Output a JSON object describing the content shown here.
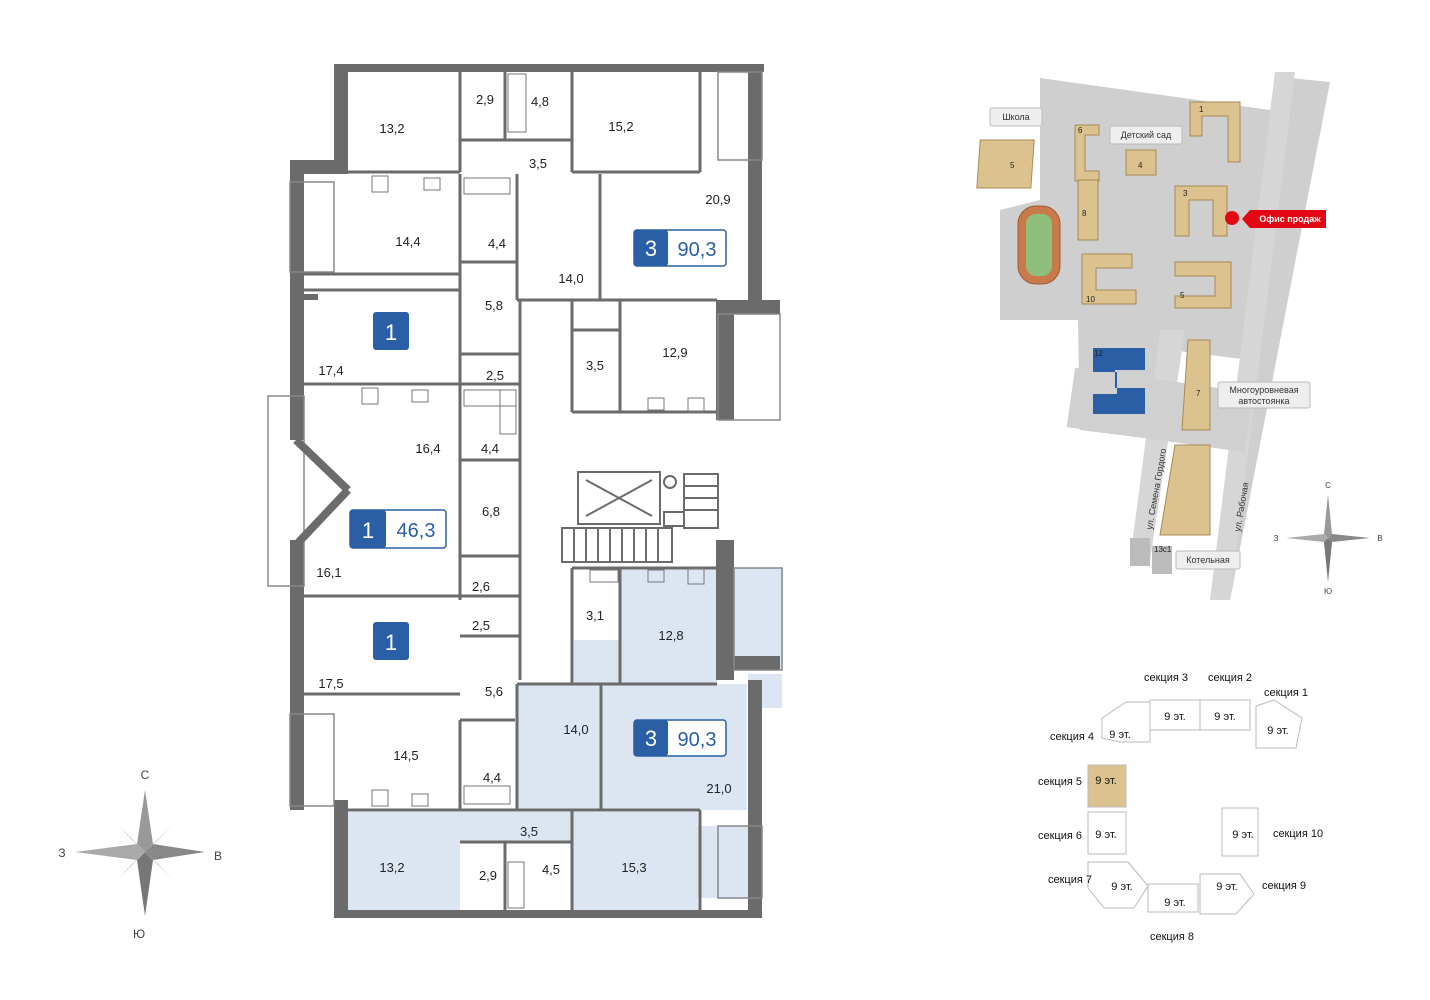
{
  "colors": {
    "wall": "#6b6b6b",
    "highlight": "#dce6f3",
    "badge_blue": "#2a5fa6",
    "building_tan": "#dcc28e",
    "building_selected": "#2a5fa6",
    "road_gray": "#c8c8c8",
    "office_red": "#e30613",
    "section_active": "#dcc28e"
  },
  "icons": [
    "compass-rose-icon",
    "sales-office-pin-icon",
    "stair-arrow-icon"
  ],
  "floorplan": {
    "rooms": {
      "r1": "13,2",
      "r2": "2,9",
      "r3": "4,8",
      "r4": "15,2",
      "r5": "3,5",
      "r6": "20,9",
      "r7": "14,4",
      "r8": "4,4",
      "r9": "14,0",
      "r10": "5,8",
      "r11": "17,4",
      "r12": "2,5",
      "r13": "3,5",
      "r14": "12,9",
      "r15": "16,4",
      "r16": "4,4",
      "r17": "6,8",
      "r18": "16,1",
      "r19": "2,6",
      "r20": "3,1",
      "r21": "12,8",
      "r22": "2,5",
      "r23": "17,5",
      "r24": "5,6",
      "r25": "14,0",
      "r26": "14,5",
      "r27": "4,4",
      "r28": "21,0",
      "r29": "3,5",
      "r30": "13,2",
      "r31": "2,9",
      "r32": "4,5",
      "r33": "15,3"
    },
    "badges": {
      "b1": {
        "rooms": "3",
        "area": "90,3"
      },
      "b2": {
        "rooms": "1",
        "area": ""
      },
      "b3": {
        "rooms": "1",
        "area": "46,3"
      },
      "b4": {
        "rooms": "1",
        "area": ""
      },
      "b5": {
        "rooms": "3",
        "area": "90,3"
      }
    },
    "compass": {
      "n": "С",
      "s": "Ю",
      "w": "З",
      "e": "В"
    }
  },
  "sitemap": {
    "school": "Школа",
    "kindergarten": "Детский сад",
    "sales_office": "Офис продаж",
    "parking_line1": "Многоуровневая",
    "parking_line2": "автостоянка",
    "boiler": "Котельная",
    "street1": "ул. Семена Гордого",
    "street2": "ул. Рабочая",
    "numbers": {
      "n1": "1",
      "n3": "3",
      "n4": "4",
      "n5a": "5",
      "n5b": "5",
      "n6": "6",
      "n7": "7",
      "n8": "8",
      "n10": "10",
      "n12": "12",
      "n13": "13с1"
    },
    "compass": {
      "n": "С",
      "s": "Ю",
      "w": "З",
      "e": "В"
    }
  },
  "sections": {
    "s1": {
      "label": "секция 1",
      "floors": "9 эт."
    },
    "s2": {
      "label": "секция 2",
      "floors": "9 эт."
    },
    "s3": {
      "label": "секция 3",
      "floors": "9 эт."
    },
    "s4": {
      "label": "секция 4",
      "floors": "9 эт."
    },
    "s5": {
      "label": "секция 5",
      "floors": "9 эт."
    },
    "s6": {
      "label": "секция 6",
      "floors": "9 эт."
    },
    "s7": {
      "label": "секция 7",
      "floors": "9 эт."
    },
    "s8": {
      "label": "секция 8",
      "floors": "9 эт."
    },
    "s9": {
      "label": "секция 9",
      "floors": "9 эт."
    },
    "s10": {
      "label": "секция 10",
      "floors": "9 эт."
    }
  }
}
